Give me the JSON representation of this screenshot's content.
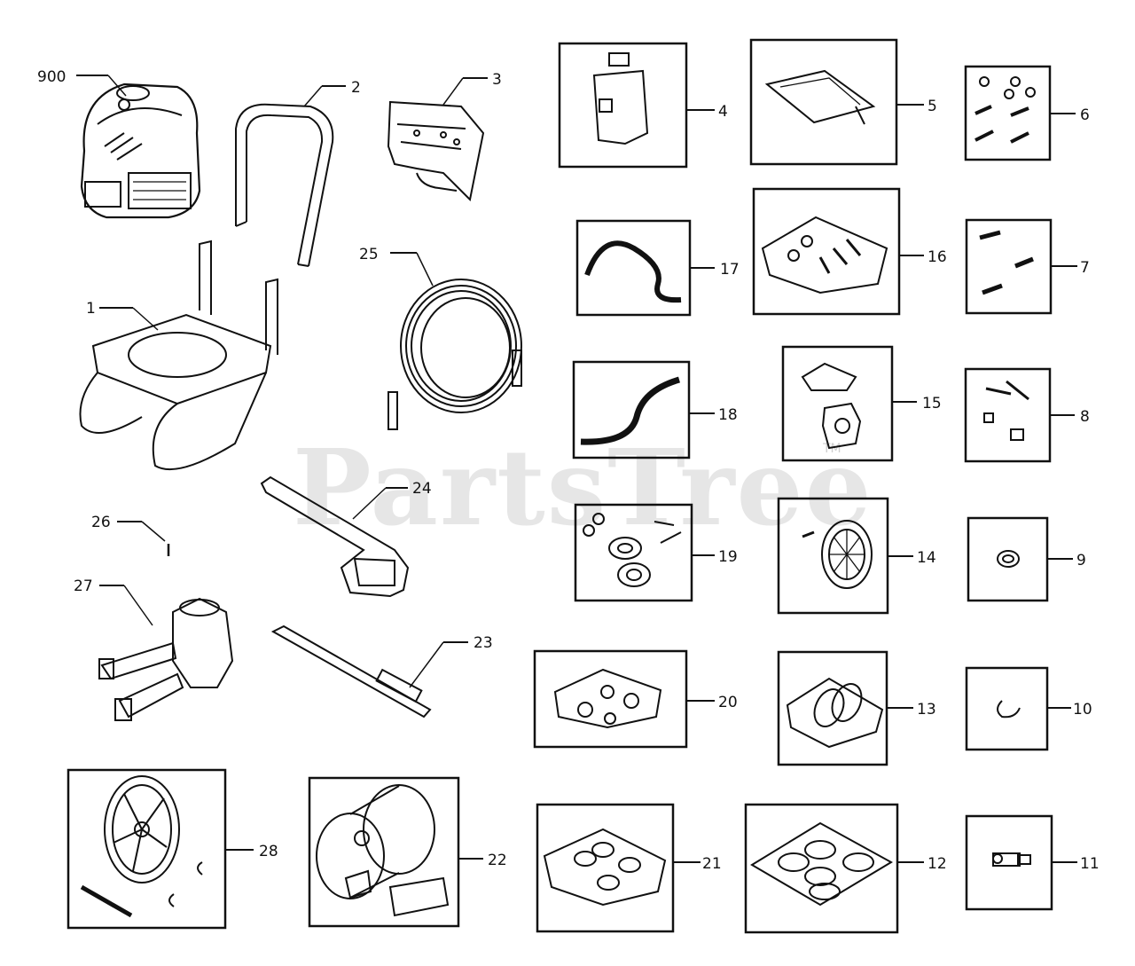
{
  "watermark": {
    "text": "PartsTree",
    "tm": "TM"
  },
  "labels": {
    "n900": "900",
    "n1": "1",
    "n2": "2",
    "n3": "3",
    "n4": "4",
    "n5": "5",
    "n6": "6",
    "n7": "7",
    "n8": "8",
    "n9": "9",
    "n10": "10",
    "n11": "11",
    "n12": "12",
    "n13": "13",
    "n14": "14",
    "n15": "15",
    "n16": "16",
    "n17": "17",
    "n18": "18",
    "n19": "19",
    "n20": "20",
    "n21": "21",
    "n22": "22",
    "n23": "23",
    "n24": "24",
    "n25": "25",
    "n26": "26",
    "n27": "27",
    "n28": "28"
  },
  "colors": {
    "line": "#111111",
    "watermark": "#e6e6e6",
    "background": "#ffffff"
  }
}
